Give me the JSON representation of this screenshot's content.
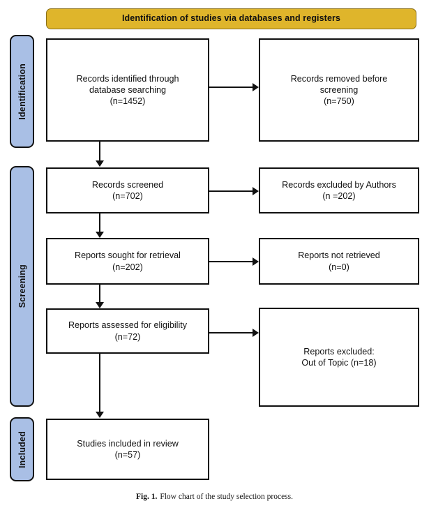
{
  "figure": {
    "banner": {
      "label": "Identification of studies via databases and registers",
      "color": "#DFB52B"
    },
    "stages": [
      {
        "name": "identification",
        "label": "Identification",
        "color": "#A9BFE5"
      },
      {
        "name": "screening",
        "label": "Screening",
        "color": "#A9BFE5"
      },
      {
        "name": "included",
        "label": "Included",
        "color": "#A9BFE5"
      }
    ],
    "boxes": {
      "identified": {
        "text": "Records identified through\ndatabase searching\n(n=1452)"
      },
      "removed": {
        "text": "Records removed before\nscreening\n(n=750)"
      },
      "screened": {
        "text": "Records screened\n(n=702)"
      },
      "excluded_authors": {
        "text": "Records excluded by Authors\n(n =202)"
      },
      "sought": {
        "text": "Reports sought for retrieval\n(n=202)"
      },
      "not_retrieved": {
        "text": "Reports not retrieved\n(n=0)"
      },
      "assessed": {
        "text": "Reports assessed for eligibility\n(n=72)"
      },
      "excluded_topic": {
        "text": "Reports excluded:\nOut of Topic (n=18)"
      },
      "included": {
        "text": "Studies included in review\n(n=57)"
      }
    },
    "caption": {
      "prefix": "Fig. 1.",
      "body": "Flow chart of the study selection process."
    }
  },
  "chart_data": {
    "type": "diagram",
    "title": "Identification of studies via databases and registers",
    "stages": [
      "Identification",
      "Screening",
      "Included"
    ],
    "nodes": [
      {
        "id": "identified",
        "stage": "Identification",
        "label": "Records identified through database searching",
        "n": 1452
      },
      {
        "id": "removed",
        "stage": "Identification",
        "label": "Records removed before screening",
        "n": 750
      },
      {
        "id": "screened",
        "stage": "Screening",
        "label": "Records screened",
        "n": 702
      },
      {
        "id": "excluded_authors",
        "stage": "Screening",
        "label": "Records excluded by Authors",
        "n": 202
      },
      {
        "id": "sought",
        "stage": "Screening",
        "label": "Reports sought for retrieval",
        "n": 202
      },
      {
        "id": "not_retrieved",
        "stage": "Screening",
        "label": "Reports not retrieved",
        "n": 0
      },
      {
        "id": "assessed",
        "stage": "Screening",
        "label": "Reports assessed for eligibility",
        "n": 72
      },
      {
        "id": "excluded_topic",
        "stage": "Screening",
        "label": "Reports excluded: Out of Topic",
        "n": 18
      },
      {
        "id": "included",
        "stage": "Included",
        "label": "Studies included in review",
        "n": 57
      }
    ],
    "edges": [
      {
        "from": "identified",
        "to": "removed",
        "direction": "right"
      },
      {
        "from": "identified",
        "to": "screened",
        "direction": "down"
      },
      {
        "from": "screened",
        "to": "excluded_authors",
        "direction": "right"
      },
      {
        "from": "screened",
        "to": "sought",
        "direction": "down"
      },
      {
        "from": "sought",
        "to": "not_retrieved",
        "direction": "right"
      },
      {
        "from": "sought",
        "to": "assessed",
        "direction": "down"
      },
      {
        "from": "assessed",
        "to": "excluded_topic",
        "direction": "right"
      },
      {
        "from": "assessed",
        "to": "included",
        "direction": "down"
      }
    ]
  }
}
